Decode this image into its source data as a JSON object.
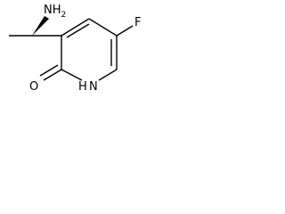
{
  "molecule": {
    "atoms": {
      "amine": {
        "symbol": "NH",
        "subscript": "2"
      },
      "fluorine": {
        "symbol": "F"
      },
      "oxygen": {
        "symbol": "O"
      },
      "ring_nitrogen": {
        "symbol": "N"
      },
      "ring_nitrogen_h": {
        "symbol": "H"
      }
    },
    "stereo": "wedge",
    "colors": {
      "stroke": "#000000",
      "background": "#ffffff"
    }
  }
}
